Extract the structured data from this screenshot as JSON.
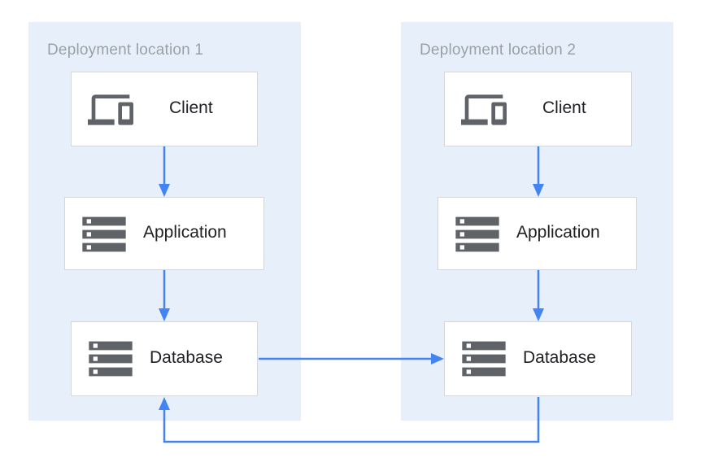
{
  "diagram": {
    "panels": [
      {
        "title": "Deployment location 1",
        "nodes": [
          {
            "id": "client-1",
            "label": "Client",
            "icon": "devices-icon"
          },
          {
            "id": "application-1",
            "label": "Application",
            "icon": "server-stack-icon"
          },
          {
            "id": "database-1",
            "label": "Database",
            "icon": "server-stack-icon"
          }
        ]
      },
      {
        "title": "Deployment location 2",
        "nodes": [
          {
            "id": "client-2",
            "label": "Client",
            "icon": "devices-icon"
          },
          {
            "id": "application-2",
            "label": "Application",
            "icon": "server-stack-icon"
          },
          {
            "id": "database-2",
            "label": "Database",
            "icon": "server-stack-icon"
          }
        ]
      }
    ],
    "edges": [
      {
        "from": "client-1",
        "to": "application-1",
        "style": "arrow-down"
      },
      {
        "from": "application-1",
        "to": "database-1",
        "style": "arrow-down"
      },
      {
        "from": "client-2",
        "to": "application-2",
        "style": "arrow-down"
      },
      {
        "from": "application-2",
        "to": "database-2",
        "style": "arrow-down"
      },
      {
        "from": "database-1",
        "to": "database-2",
        "style": "arrow-right"
      },
      {
        "from": "database-2",
        "to": "database-1",
        "style": "arrow-loop-bottom"
      }
    ],
    "colors": {
      "panel_background": "#e7f0fa",
      "arrow": "#4284f4",
      "icon": "#5f6368",
      "panel_title": "#9aa0a6",
      "node_label": "#202124",
      "node_border": "#d7d7d7",
      "node_background": "#ffffff"
    }
  }
}
